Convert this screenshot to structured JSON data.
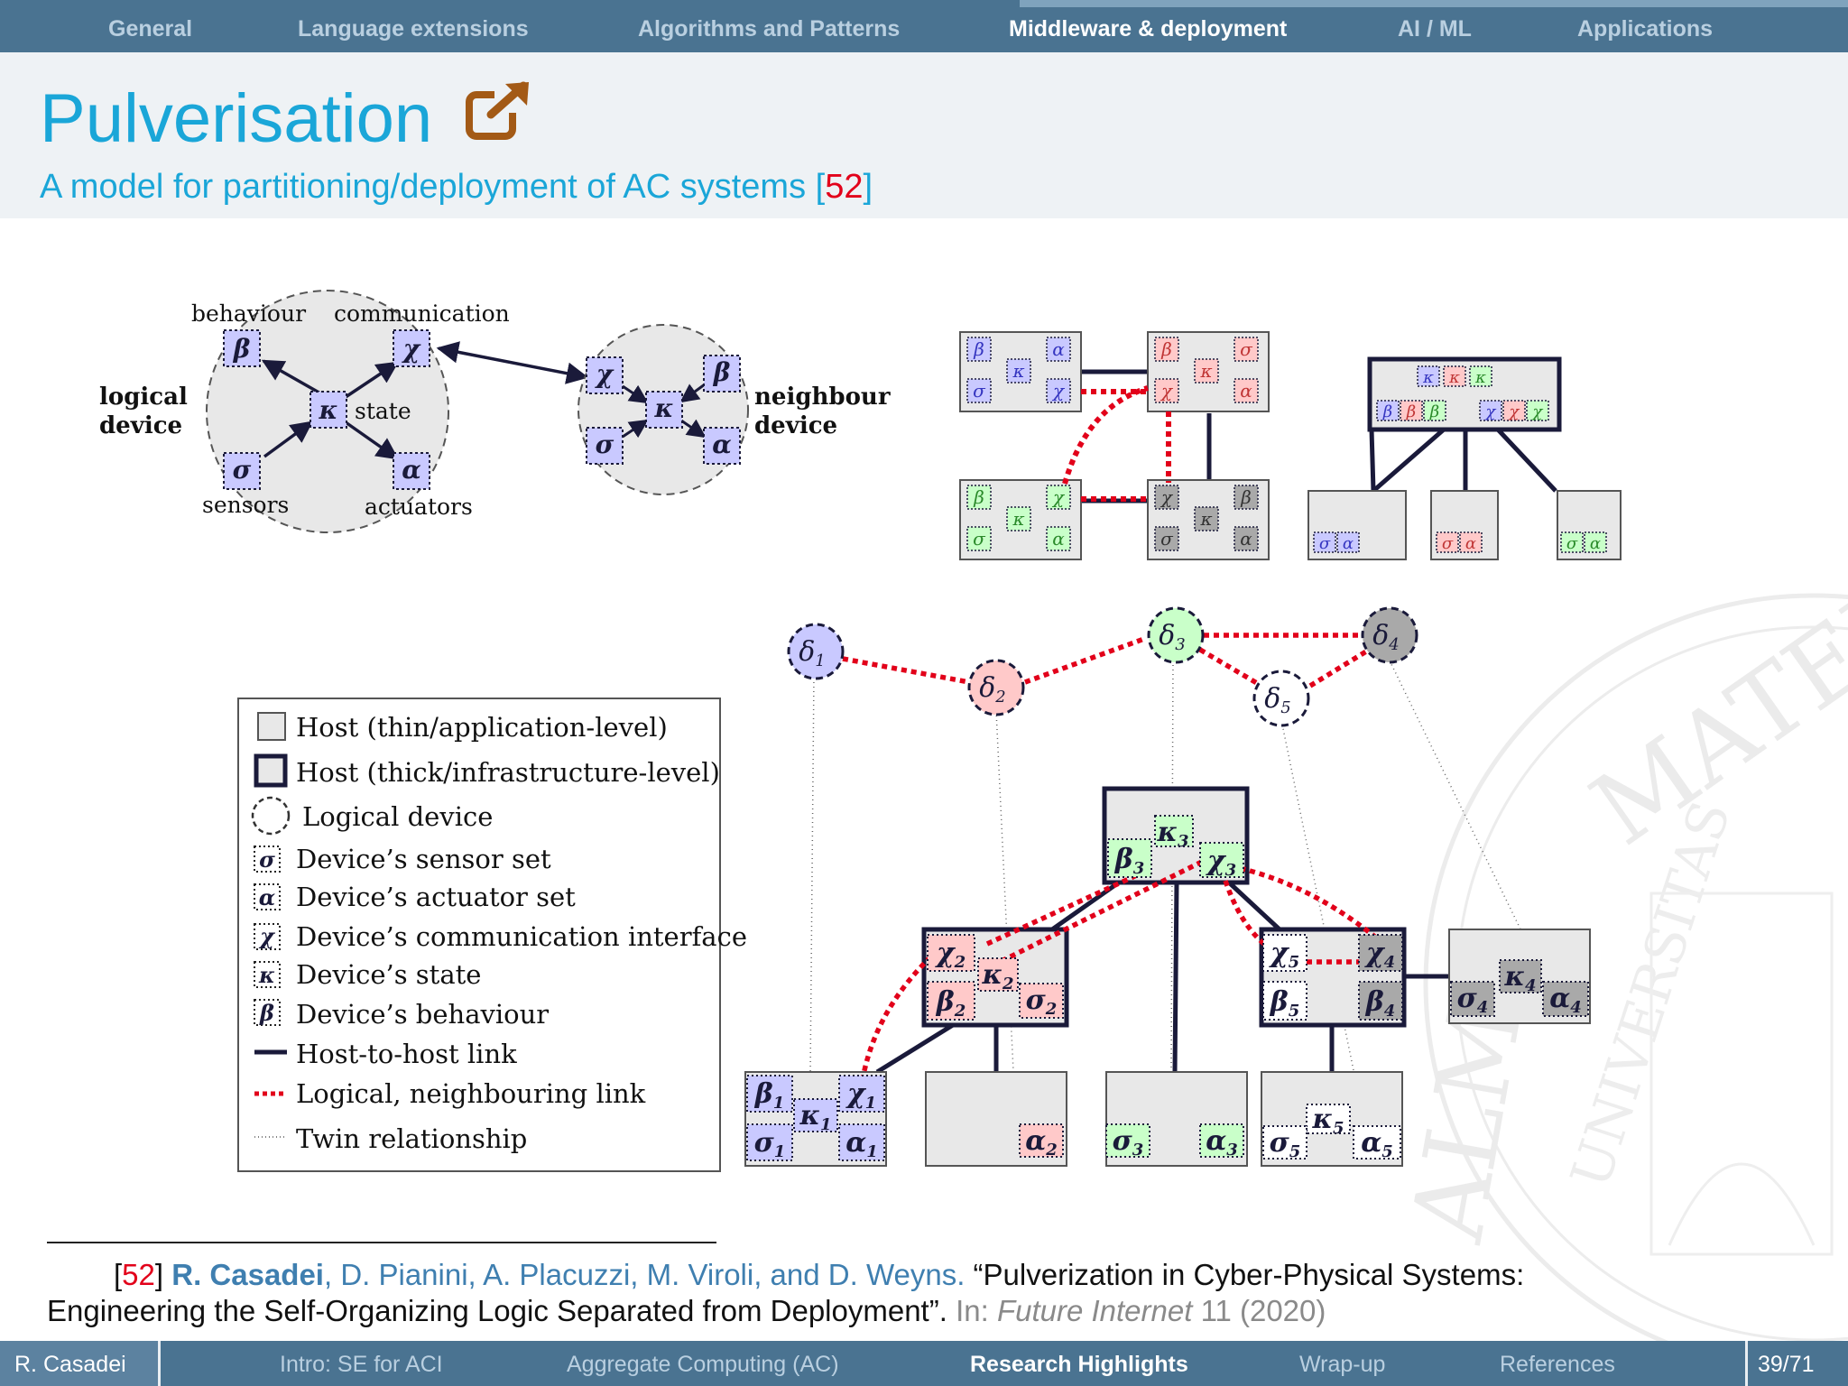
{
  "nav": {
    "tabs": [
      {
        "label": "General"
      },
      {
        "label": "Language extensions"
      },
      {
        "label": "Algorithms and Patterns"
      },
      {
        "label": "Middleware & deployment"
      },
      {
        "label": "AI / ML"
      },
      {
        "label": "Applications"
      }
    ],
    "active_tab": "Middleware & deployment"
  },
  "header": {
    "title": "Pulverisation",
    "subtitle_text": "A model for partitioning/deployment of AC systems [",
    "subtitle_ref": "52",
    "subtitle_end": "]"
  },
  "diagram": {
    "logical_device_label": [
      "logical",
      "device"
    ],
    "neighbour_device_label": [
      "neighbour",
      "device"
    ],
    "component_labels": {
      "behaviour": "behaviour",
      "communication": "communication",
      "state": "state",
      "sensors": "sensors",
      "actuators": "actuators"
    },
    "legend": [
      "Host (thin/application-level)",
      "Host (thick/infrastructure-level)",
      "Logical device",
      "Device’s sensor set",
      "Device’s actuator set",
      "Device’s communication interface",
      "Device’s state",
      "Device’s behaviour",
      "Host-to-host link",
      "Logical, neighbouring link",
      "Twin relationship"
    ],
    "colors": {
      "blue": "#c9c9ff",
      "red": "#ffc9c9",
      "green": "#c9ffc9",
      "grey": "#a9a9a9",
      "link_red": "#e2001a",
      "host": "#e8e8e8",
      "navy": "#1a1a3a"
    }
  },
  "reference": {
    "number": "52",
    "author_bold": "R. Casadei",
    "authors_rest": ", D. Pianini, A. Placuzzi, M. Viroli, and D. Weyns.",
    "title_part1": "“Pulverization in Cyber-Physical Systems:",
    "title_part2": "Engineering the Self-Organizing Logic Separated from Deployment”.",
    "in_label": "In:",
    "journal": "Future Internet",
    "volume_year": "11 (2020)"
  },
  "footer": {
    "author": "R. Casadei",
    "sections": [
      {
        "label": "Intro: SE for ACI"
      },
      {
        "label": "Aggregate Computing (AC)"
      },
      {
        "label": "Research Highlights"
      },
      {
        "label": "Wrap-up"
      },
      {
        "label": "References"
      }
    ],
    "active_section": "Research Highlights",
    "page": "39/71"
  }
}
